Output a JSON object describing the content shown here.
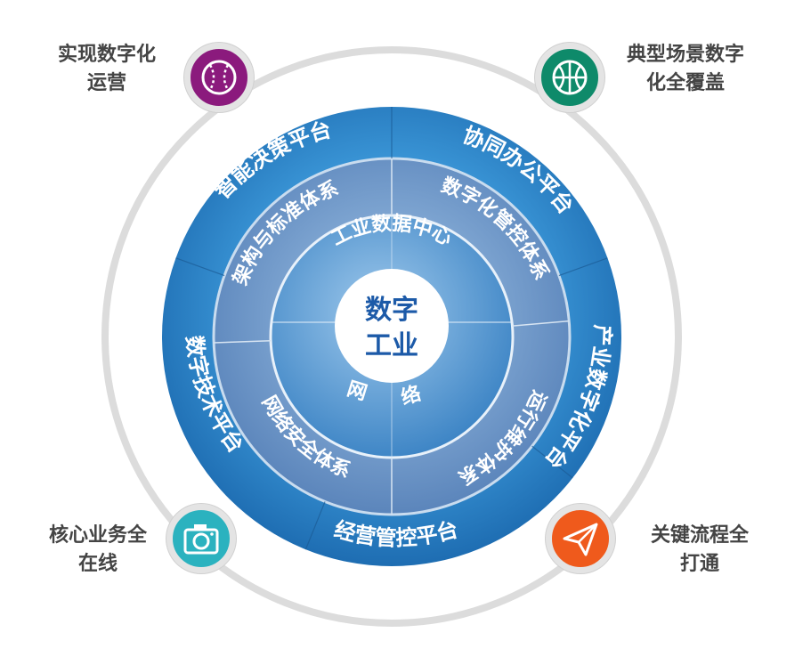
{
  "center": {
    "line1": "数字",
    "line2": "工业"
  },
  "inner_ring": {
    "top": "工业数据中心",
    "bottom": "网 络"
  },
  "middle_ring": [
    "架构与标准体系",
    "数字化管控体系",
    "运行维护体系",
    "网络安全体系"
  ],
  "outer_ring": [
    "智能决策平台",
    "协同办公平台",
    "产业数字化平台",
    "经营管控平台",
    "数字技术平台"
  ],
  "corners": {
    "top_left": {
      "label": "实现数字化\n运营",
      "icon": "baseball-icon",
      "color": "#8b1a7d"
    },
    "top_right": {
      "label": "典型场景数字\n化全覆盖",
      "icon": "basketball-icon",
      "color": "#0e8a6a"
    },
    "bottom_left": {
      "label": "核心业务全\n在线",
      "icon": "camera-icon",
      "color": "#2bb2bf"
    },
    "bottom_right": {
      "label": "关键流程全\n打通",
      "icon": "paper-plane-icon",
      "color": "#ef5a1c"
    }
  },
  "colors": {
    "outer_ring": "#2f86c8",
    "middle_ring": "#6a93c6",
    "inner_ring": "#4d91cc",
    "center_text": "#1c5aa8",
    "big_circle": "#d9d9d9"
  }
}
